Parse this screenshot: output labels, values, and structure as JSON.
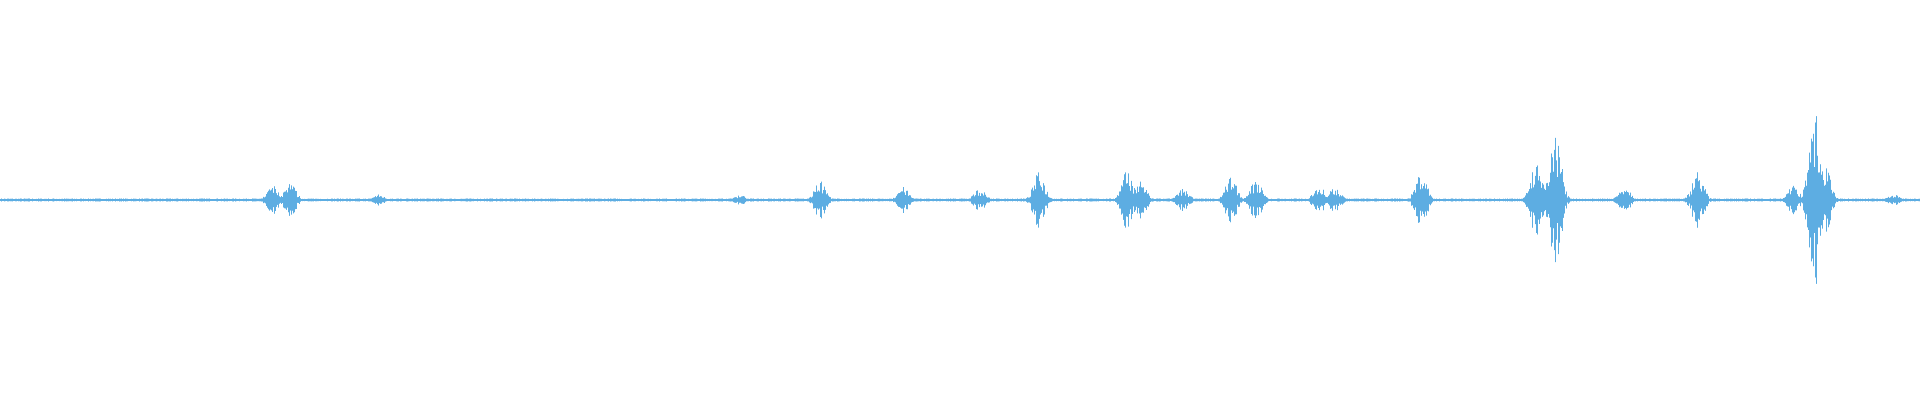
{
  "waveform": {
    "color": "#5dade2",
    "bursts": [
      {
        "t": 0.142,
        "amp": 0.08
      },
      {
        "t": 0.151,
        "amp": 0.09
      },
      {
        "t": 0.197,
        "amp": 0.03
      },
      {
        "t": 0.385,
        "amp": 0.03
      },
      {
        "t": 0.427,
        "amp": 0.1
      },
      {
        "t": 0.47,
        "amp": 0.07
      },
      {
        "t": 0.51,
        "amp": 0.06
      },
      {
        "t": 0.541,
        "amp": 0.15
      },
      {
        "t": 0.587,
        "amp": 0.16
      },
      {
        "t": 0.594,
        "amp": 0.1
      },
      {
        "t": 0.616,
        "amp": 0.06
      },
      {
        "t": 0.641,
        "amp": 0.13
      },
      {
        "t": 0.654,
        "amp": 0.11
      },
      {
        "t": 0.687,
        "amp": 0.08
      },
      {
        "t": 0.695,
        "amp": 0.07
      },
      {
        "t": 0.74,
        "amp": 0.15
      },
      {
        "t": 0.8,
        "amp": 0.2
      },
      {
        "t": 0.81,
        "amp": 0.36
      },
      {
        "t": 0.846,
        "amp": 0.08
      },
      {
        "t": 0.884,
        "amp": 0.16
      },
      {
        "t": 0.934,
        "amp": 0.08
      },
      {
        "t": 0.945,
        "amp": 0.47
      },
      {
        "t": 0.95,
        "amp": 0.2
      },
      {
        "t": 0.986,
        "amp": 0.03
      }
    ]
  }
}
